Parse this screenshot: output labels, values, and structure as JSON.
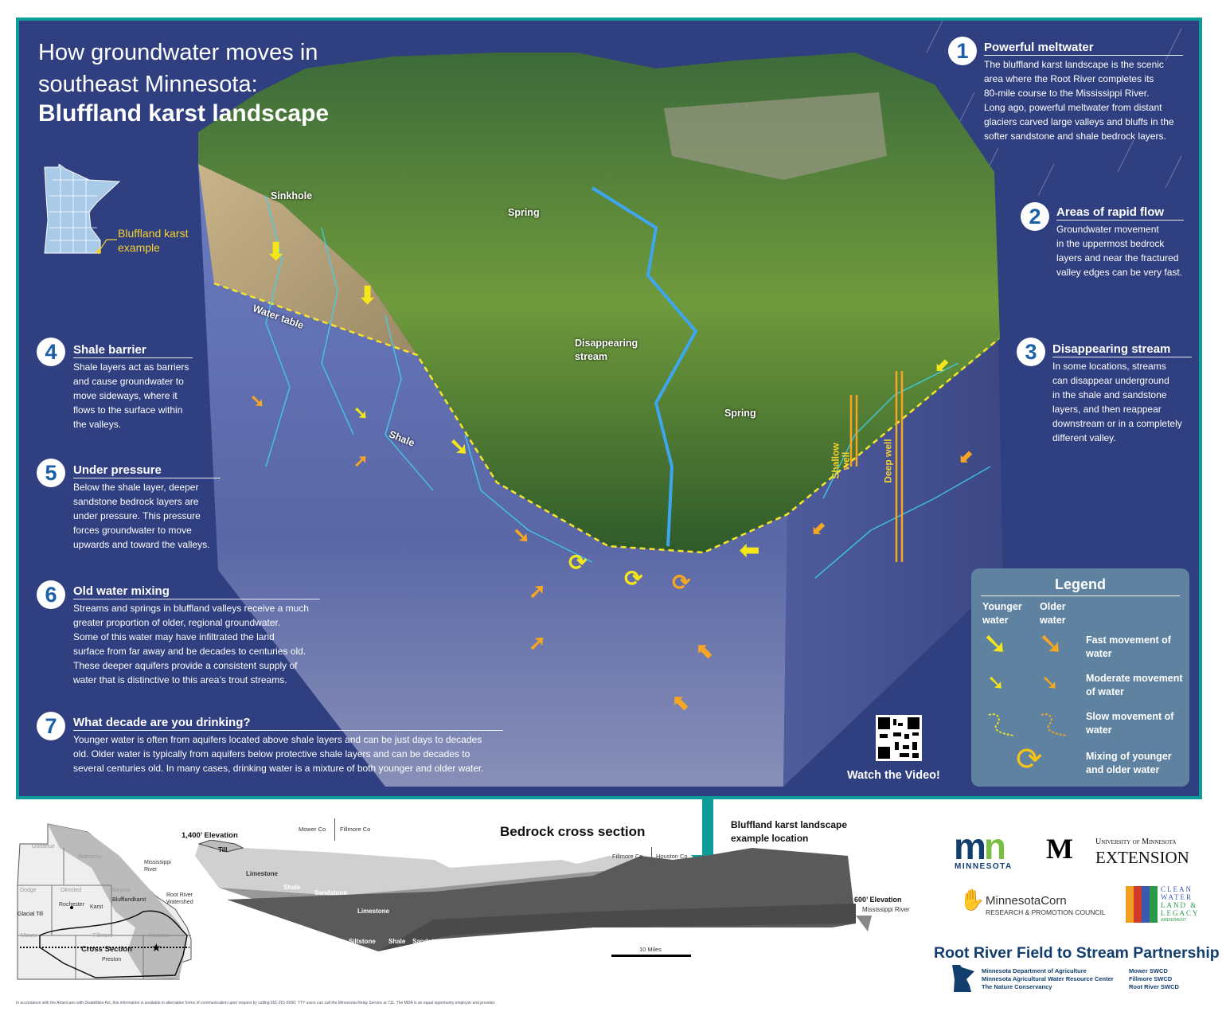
{
  "title": {
    "line1": "How groundwater moves in",
    "line2": "southeast Minnesota:",
    "line3": "Bluffland karst landscape"
  },
  "inset_map": {
    "label_line1": "Bluffland karst",
    "label_line2": "example"
  },
  "sections": [
    {
      "num": "1",
      "heading": "Powerful meltwater",
      "lines": [
        "The bluffland karst landscape is the scenic",
        "area where the Root River completes its",
        "80-mile course to the Mississippi River.",
        "Long ago, powerful meltwater from distant",
        "glaciers carved large valleys and bluffs in the",
        "softer sandstone and shale bedrock layers."
      ]
    },
    {
      "num": "2",
      "heading": "Areas of rapid flow",
      "lines": [
        "Groundwater movement",
        "in the uppermost bedrock",
        "layers and near the fractured",
        "valley edges can be very fast."
      ]
    },
    {
      "num": "3",
      "heading": "Disappearing stream",
      "lines": [
        "In some locations, streams",
        "can disappear underground",
        "in the shale and sandstone",
        "layers, and then reappear",
        "downstream or in a completely",
        "different valley."
      ]
    },
    {
      "num": "4",
      "heading": "Shale barrier",
      "lines": [
        "Shale layers act as barriers",
        "and cause groundwater to",
        "move sideways, where it",
        "flows to the surface within",
        "the valleys."
      ]
    },
    {
      "num": "5",
      "heading": "Under pressure",
      "lines": [
        "Below the shale layer, deeper",
        "sandstone bedrock layers are",
        "under pressure. This pressure",
        "forces groundwater to move",
        "upwards and toward the valleys."
      ]
    },
    {
      "num": "6",
      "heading": "Old water mixing",
      "lines": [
        "Streams and springs in bluffland valleys receive a much",
        "greater proportion of older, regional groundwater.",
        "Some of this water may have infiltrated the land",
        "surface from far away and be decades to centuries old.",
        "These deeper aquifers provide a consistent supply of",
        "water that is distinctive to this area’s trout streams."
      ]
    },
    {
      "num": "7",
      "heading": "What decade are you drinking?",
      "lines": [
        "Younger water is often from aquifers located above shale layers and can be just days to decades",
        "old. Older water is typically from aquifers below protective shale layers and can be decades to",
        "several centuries old. In many cases, drinking water is a mixture of both younger and older water."
      ]
    }
  ],
  "diagram_labels": {
    "sinkhole": "Sinkhole",
    "water_table": "Water table",
    "spring_upper": "Spring",
    "disappearing_stream_1": "Disappearing",
    "disappearing_stream_2": "stream",
    "spring_lower": "Spring",
    "shale": "Shale",
    "shallow_well_1": "Shallow",
    "shallow_well_2": "well",
    "deep_well": "Deep well"
  },
  "video": {
    "label": "Watch the Video!"
  },
  "legend": {
    "title": "Legend",
    "col_younger_1": "Younger",
    "col_younger_2": "water",
    "col_older_1": "Older",
    "col_older_2": "water",
    "rows": [
      {
        "l1": "Fast movement of",
        "l2": "water"
      },
      {
        "l1": "Moderate movement",
        "l2": "of water"
      },
      {
        "l1": "Slow movement of",
        "l2": "water"
      },
      {
        "l1": "Mixing of younger",
        "l2": "and older water"
      }
    ],
    "colors": {
      "younger": "#f5e61a",
      "older": "#f5a623"
    }
  },
  "locator_map": {
    "counties": [
      "Goodhue",
      "Wabasha",
      "Dodge",
      "Olmsted",
      "Winona",
      "Mower",
      "Fillmore",
      "Houston"
    ],
    "places": {
      "rochester": "Rochester",
      "preston": "Preston"
    },
    "regions": {
      "glacial_till": "Glacial Till",
      "karst": "Karst",
      "bluffland": "Blufflandkarst",
      "cross_section": "Cross Section"
    },
    "callouts": {
      "mississippi_1": "Mississippi",
      "mississippi_2": "River",
      "root_1": "Root River",
      "root_2": "Watershed"
    }
  },
  "cross_section": {
    "title": "Bedrock cross section",
    "elev_high": "1,400’ Elevation",
    "elev_low": "600’ Elevation",
    "river": "Mississippi River",
    "county_1": "Mower Co",
    "county_2": "Fillmore Co",
    "county_3": "Fillmore Co",
    "county_4": "Houston Co",
    "layers": {
      "till": "Till",
      "limestone_upper": "Limestone",
      "shale": "Shale",
      "sandstone": "Sandstone",
      "limestone_lower": "Limestone",
      "siltstone": "Siltstone",
      "shale_lower": "Shale",
      "sandstone_lower": "Sandstone"
    },
    "scale": "10 Miles",
    "location_1": "Bluffland karst landscape",
    "location_2": "example location"
  },
  "logos": {
    "mn": "MINNESOTA",
    "umn_1": "University of Minnesota",
    "umn_2": "EXTENSION",
    "corn_1": "MinnesotaCorn",
    "corn_2": "RESEARCH & PROMOTION COUNCIL",
    "cw_1": "CLEAN",
    "cw_2": "WATER",
    "cw_3": "LAND &",
    "cw_4": "LEGACY",
    "cw_5": "AMENDMENT"
  },
  "partnership": {
    "title": "Root River Field to Stream Partnership",
    "left": [
      "Minnesota Department of Agriculture",
      "Minnesota Agricultural Water Resource Center",
      "The Nature Conservancy"
    ],
    "right": [
      "Mower SWCD",
      "Fillmore SWCD",
      "Root River SWCD"
    ]
  },
  "footer": "In accordance with the Americans with Disabilities Act, this information is available in alternative forms of communication upon request by calling 651-201-6000. TTY users can call the Minnesota Relay Service at 711. The MDA is an equal opportunity employer and provider.",
  "colors": {
    "frame": "#0f9c98",
    "background": "#2f3f7f",
    "legend_bg": "#5f82a0",
    "accent_yellow": "#f6d230"
  }
}
